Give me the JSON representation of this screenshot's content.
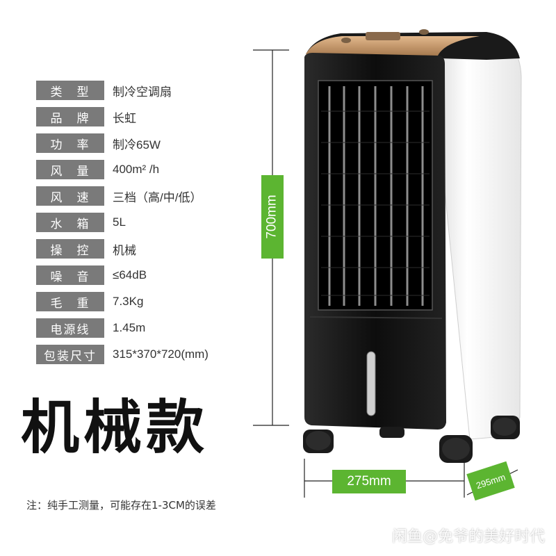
{
  "specs": [
    {
      "label": "类　型",
      "value": "制冷空调扇"
    },
    {
      "label": "品　牌",
      "value": "长虹"
    },
    {
      "label": "功　率",
      "value": "制冷65W"
    },
    {
      "label": "风　量",
      "value": "400m² /h"
    },
    {
      "label": "风　速",
      "value": "三档（高/中/低）"
    },
    {
      "label": "水　箱",
      "value": "5L"
    },
    {
      "label": "操　控",
      "value": "机械"
    },
    {
      "label": "噪　音",
      "value": "≤64dB"
    },
    {
      "label": "毛　重",
      "value": "7.3Kg"
    },
    {
      "label": "电源线",
      "value": "1.45m"
    },
    {
      "label": "包装尺寸",
      "value": "315*370*720(mm)"
    }
  ],
  "title": "机械款",
  "note": "注：纯手工测量，可能存在1-3CM的误差",
  "dimensions": {
    "height": "700mm",
    "width": "275mm",
    "depth": "295mm"
  },
  "watermark": "闲鱼@免爷的美好时代",
  "colors": {
    "label_bg": "#7a7a7a",
    "dimension_badge": "#5cb531",
    "body_black": "#111111",
    "trim_gold": "#c49466"
  }
}
